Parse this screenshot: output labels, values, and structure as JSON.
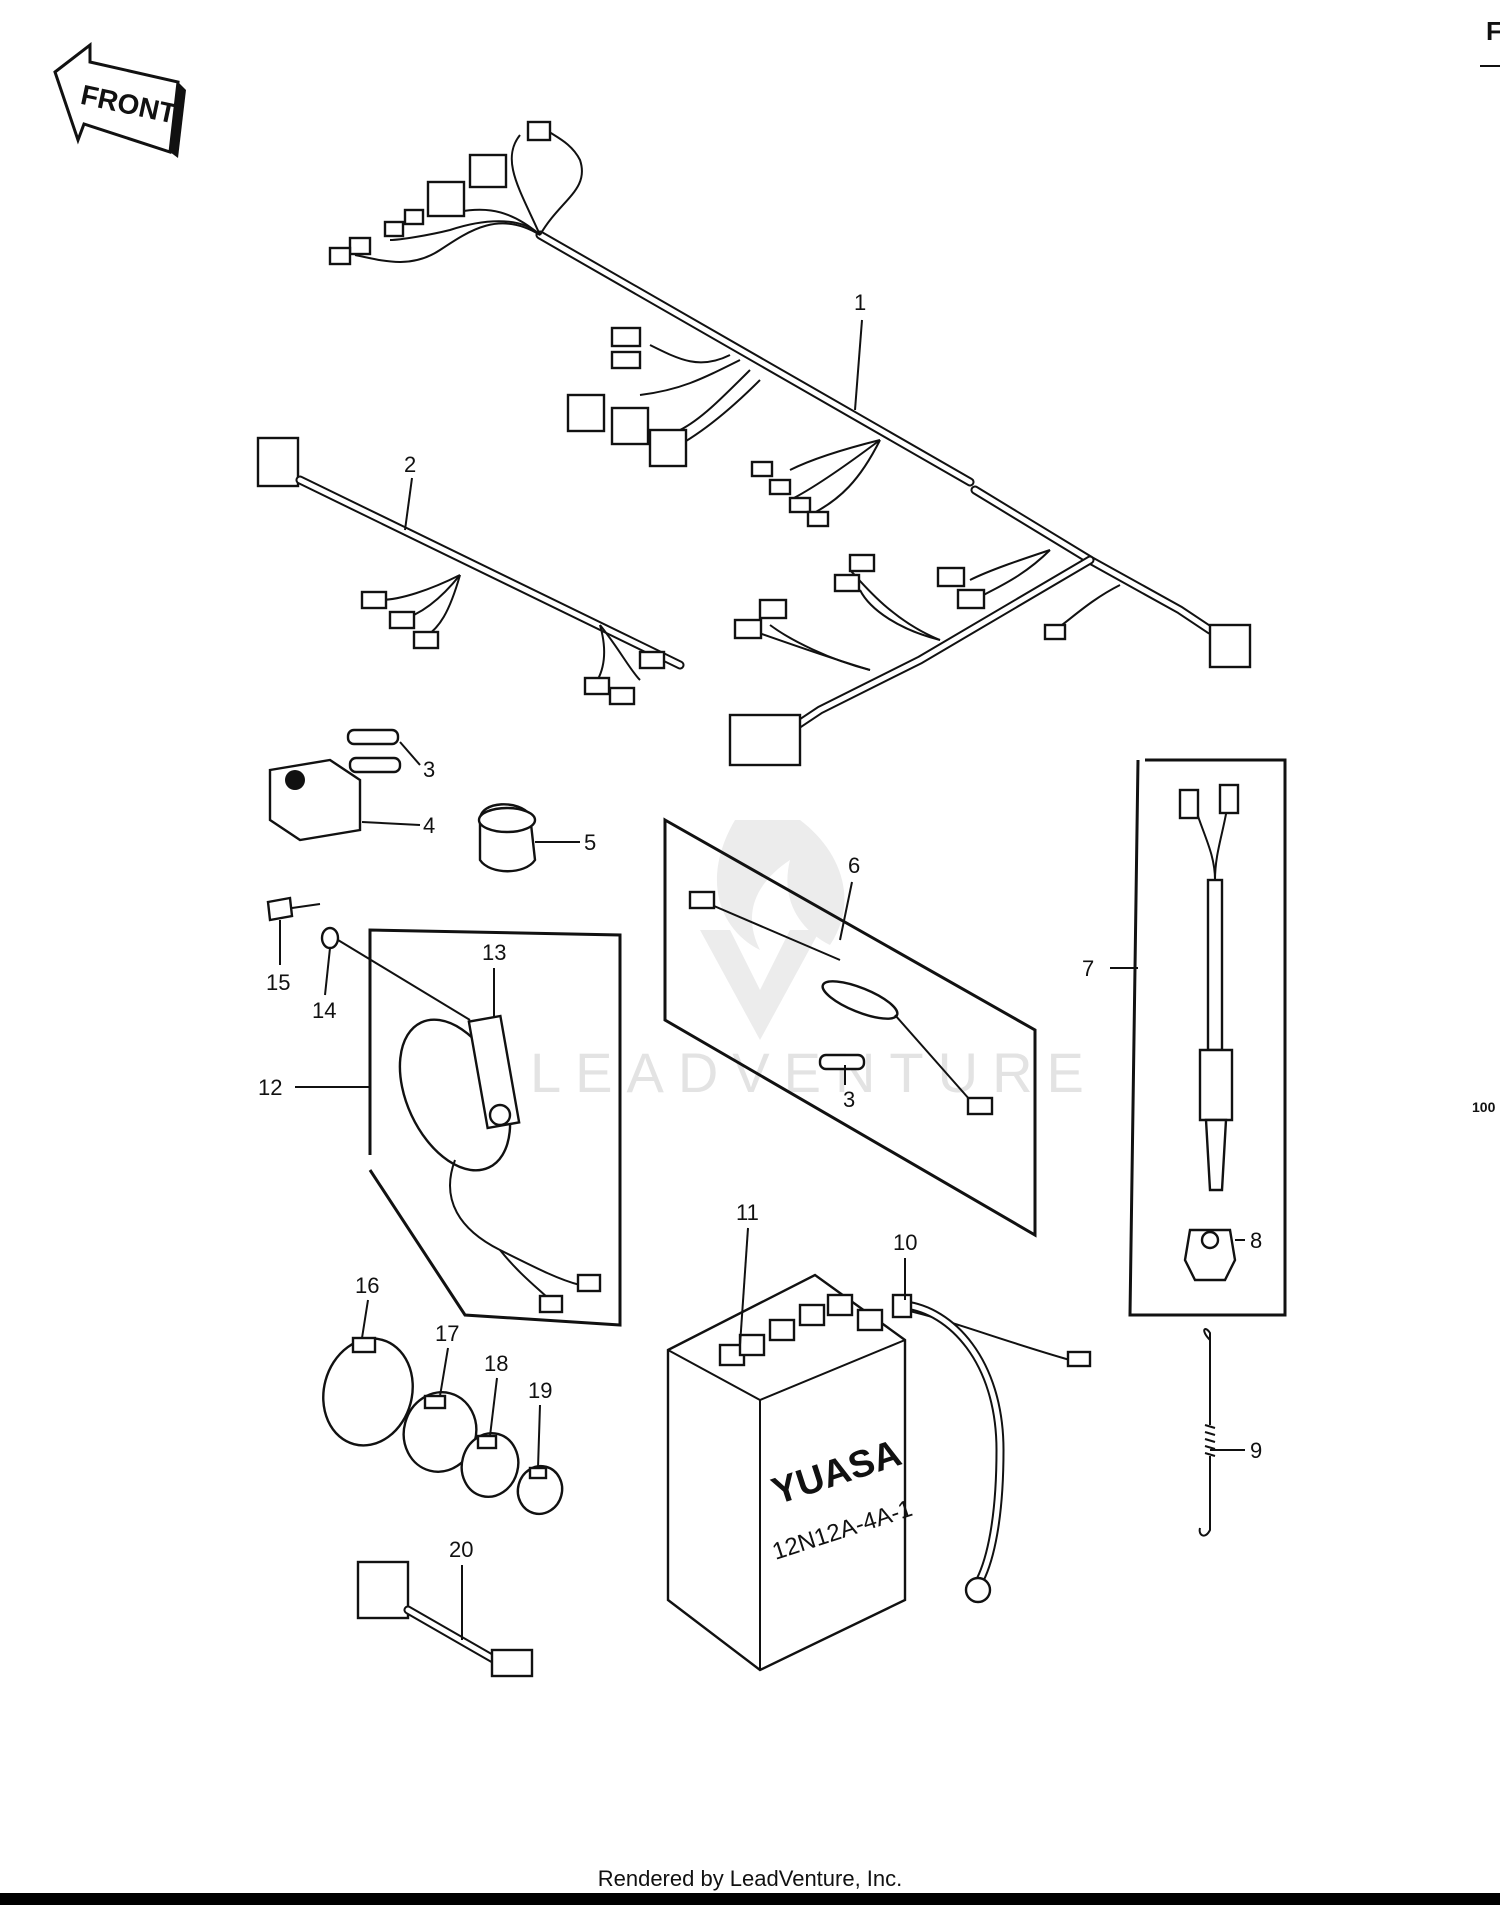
{
  "diagram": {
    "front_label": "FRONT",
    "corner_top_right": "F",
    "corner_right": "100",
    "watermark": "LEADVENTURE",
    "callouts": [
      {
        "id": "c1",
        "text": "1"
      },
      {
        "id": "c2",
        "text": "2"
      },
      {
        "id": "c3a",
        "text": "3"
      },
      {
        "id": "c4",
        "text": "4"
      },
      {
        "id": "c5",
        "text": "5"
      },
      {
        "id": "c6",
        "text": "6"
      },
      {
        "id": "c3b",
        "text": "3"
      },
      {
        "id": "c7",
        "text": "7"
      },
      {
        "id": "c8",
        "text": "8"
      },
      {
        "id": "c9",
        "text": "9"
      },
      {
        "id": "c10",
        "text": "10"
      },
      {
        "id": "c11",
        "text": "11"
      },
      {
        "id": "c12",
        "text": "12"
      },
      {
        "id": "c13",
        "text": "13"
      },
      {
        "id": "c14",
        "text": "14"
      },
      {
        "id": "c15",
        "text": "15"
      },
      {
        "id": "c16",
        "text": "16"
      },
      {
        "id": "c17",
        "text": "17"
      },
      {
        "id": "c18",
        "text": "18"
      },
      {
        "id": "c19",
        "text": "19"
      },
      {
        "id": "c20",
        "text": "20"
      }
    ],
    "battery_brand": "YUASA",
    "battery_model": "12N12A-4A-1"
  },
  "footer": {
    "text": "Rendered by LeadVenture, Inc."
  }
}
